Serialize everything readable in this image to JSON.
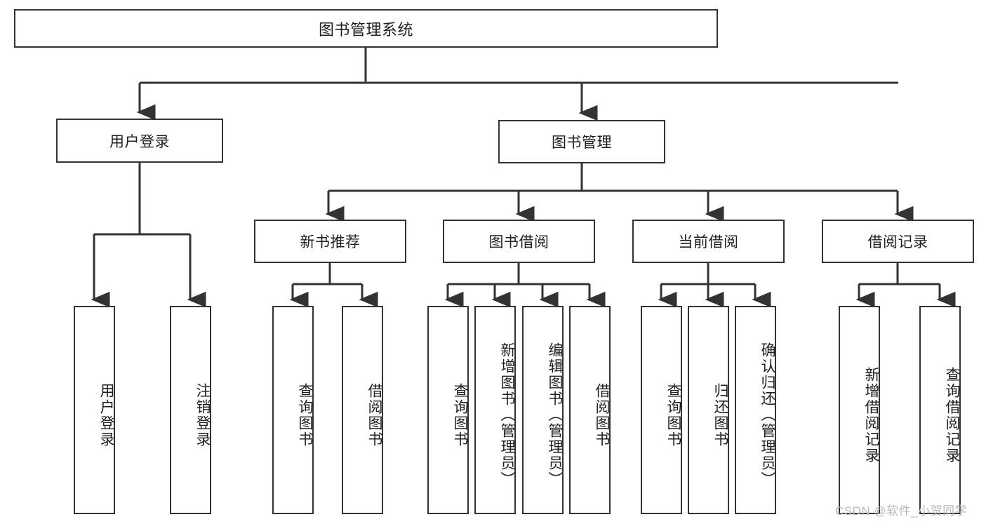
{
  "diagram": {
    "type": "tree-hierarchy",
    "title": "图书管理系统",
    "watermark": "CSDN @软件_小贺同学",
    "colors": {
      "box_border": "#333333",
      "box_fill": "#ffffff",
      "connector": "#333333",
      "text": "#1f1f1f",
      "watermark": "#b9b9b9",
      "background": "#ffffff"
    },
    "root": {
      "label": "图书管理系统"
    },
    "level2": [
      {
        "label": "用户登录"
      },
      {
        "label": "图书管理"
      }
    ],
    "level3": [
      {
        "label": "新书推荐"
      },
      {
        "label": "图书借阅"
      },
      {
        "label": "当前借阅"
      },
      {
        "label": "借阅记录"
      }
    ],
    "leaves": {
      "user_login": [
        {
          "label": "用户登录"
        },
        {
          "label": "注销登录"
        }
      ],
      "new_book_recommend": [
        {
          "label": "查询图书"
        },
        {
          "label": "借阅图书"
        }
      ],
      "book_borrow": [
        {
          "label": "查询图书"
        },
        {
          "label": "新增图书（管理员）"
        },
        {
          "label": "编辑图书（管理员）"
        },
        {
          "label": "借阅图书"
        }
      ],
      "current_borrow": [
        {
          "label": "查询图书"
        },
        {
          "label": "归还图书"
        },
        {
          "label": "确认归还（管理员）"
        }
      ],
      "borrow_record": [
        {
          "label": "新增借阅记录"
        },
        {
          "label": "查询借阅记录"
        }
      ]
    }
  }
}
